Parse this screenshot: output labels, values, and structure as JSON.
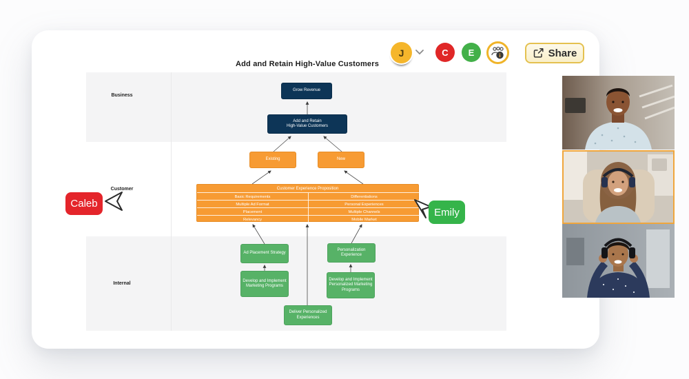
{
  "header": {
    "avatars": [
      {
        "initial": "J",
        "bg": "#F5B62B"
      },
      {
        "initial": "C",
        "bg": "#E02727"
      },
      {
        "initial": "E",
        "bg": "#43B049"
      }
    ],
    "share_label": "Share"
  },
  "diagram": {
    "title": "Add and Retain High-Value Customers",
    "lanes": [
      "Business",
      "Customer",
      "Internal"
    ],
    "nodes": {
      "grow_revenue": "Grow Revenue",
      "add_retain": "Add and Retain\nHigh-Value Customers",
      "existing": "Existing",
      "new": "New"
    },
    "table": {
      "header": "Customer Experience Proposition",
      "rows": [
        [
          "Basic Requirements",
          "Differentiations"
        ],
        [
          "Multiple Ad Format",
          "Personal Experiences"
        ],
        [
          "Placement",
          "Multiple Channels"
        ],
        [
          "Relevancy",
          "Mobile Market"
        ]
      ]
    },
    "green_nodes": {
      "ad_placement": "Ad Placement Strategy",
      "personalization": "Personalization\nExperience",
      "develop_marketing": "Develop and Implement\nMarketing Programs",
      "develop_personalized": "Develop and Implement\nPersonalized Marketing\nPrograms",
      "deliver": "Deliver Personalized\nExperiences"
    }
  },
  "cursors": [
    {
      "name": "Caleb",
      "color": "#E4252B"
    },
    {
      "name": "Emily",
      "color": "#35B44A"
    }
  ],
  "video_call": {
    "tiles": [
      {
        "active": false
      },
      {
        "active": true
      },
      {
        "active": false
      }
    ]
  },
  "colors": {
    "navy": "#0D3557",
    "orange": "#F79B33",
    "green": "#57B267",
    "lane_gray": "#F4F4F5",
    "accent_yellow": "#F0B429",
    "share_border": "#E4C14F"
  }
}
